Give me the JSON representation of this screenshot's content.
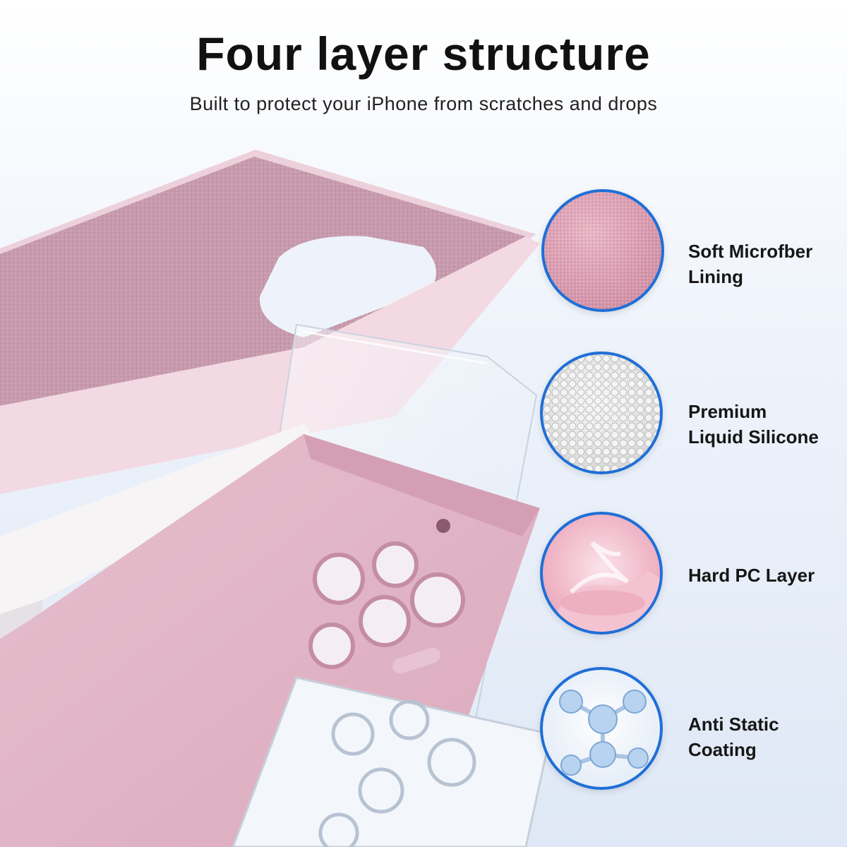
{
  "header": {
    "title": "Four layer structure",
    "subtitle": "Built to protect your iPhone from scratches and drops"
  },
  "features": [
    {
      "line1": "Soft Microfber",
      "line2": "Lining",
      "icon": "microfiber-texture-icon"
    },
    {
      "line1": "Premium",
      "line2": "Liquid Silicone",
      "icon": "silicone-beads-icon"
    },
    {
      "line1": "Hard PC Layer",
      "line2": "",
      "icon": "pink-swirl-icon"
    },
    {
      "line1": "Anti Static",
      "line2": "Coating",
      "icon": "molecule-icon"
    }
  ],
  "colors": {
    "accent_ring": "#1f6fd6",
    "case_pink": "#e2b9c8",
    "lining_pink": "#caa0b0"
  }
}
